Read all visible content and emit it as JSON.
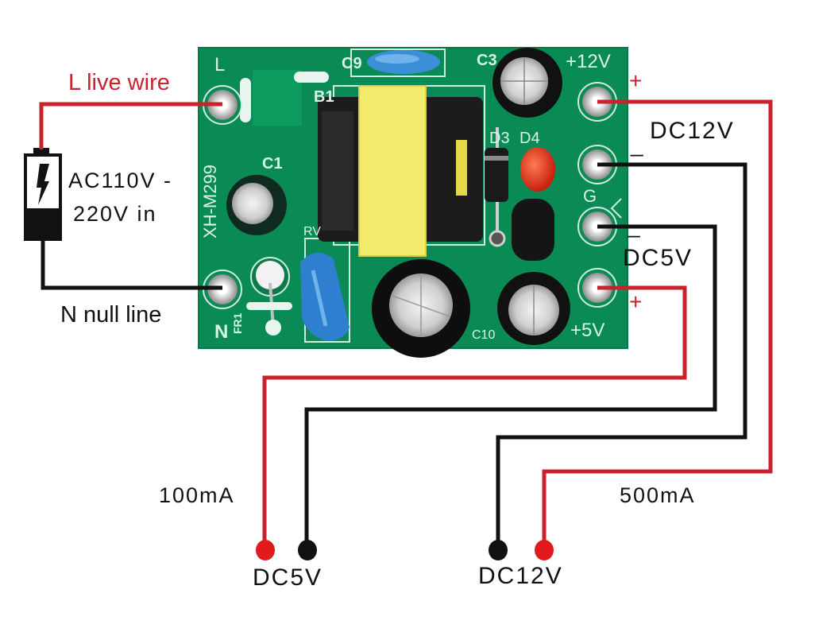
{
  "title": "AC-DC dual output power module wiring diagram",
  "input": {
    "live_label": "L live wire",
    "null_label": "N null line",
    "source_label_line1": "AC110V -",
    "source_label_line2": "220V in"
  },
  "board": {
    "model": "XH-M299",
    "silk": {
      "L": "L",
      "N": "N",
      "G": "G",
      "plus12": "+12V",
      "plus5": "+5V",
      "C1": "C1",
      "C3": "C3",
      "C9": "C9",
      "C10": "C10",
      "B1": "B1",
      "D3": "D3",
      "D4": "D4",
      "RV": "RV",
      "FR1": "FR1"
    }
  },
  "outputs": {
    "dc12_top_label": "DC12V",
    "dc5_top_label": "DC5V",
    "plus_sign": "+",
    "minus_sign": "_",
    "dc5_bottom_label": "DC5V",
    "dc12_bottom_label": "DC12V",
    "dc5_current": "100mA",
    "dc12_current": "500mA"
  },
  "colors": {
    "wire_positive": "#c8232c",
    "wire_negative": "#111111",
    "pcb": "#0a8a55",
    "transformer": "#f2ea6a",
    "led": "#e23a1c",
    "y_cap": "#2e7fd0"
  }
}
